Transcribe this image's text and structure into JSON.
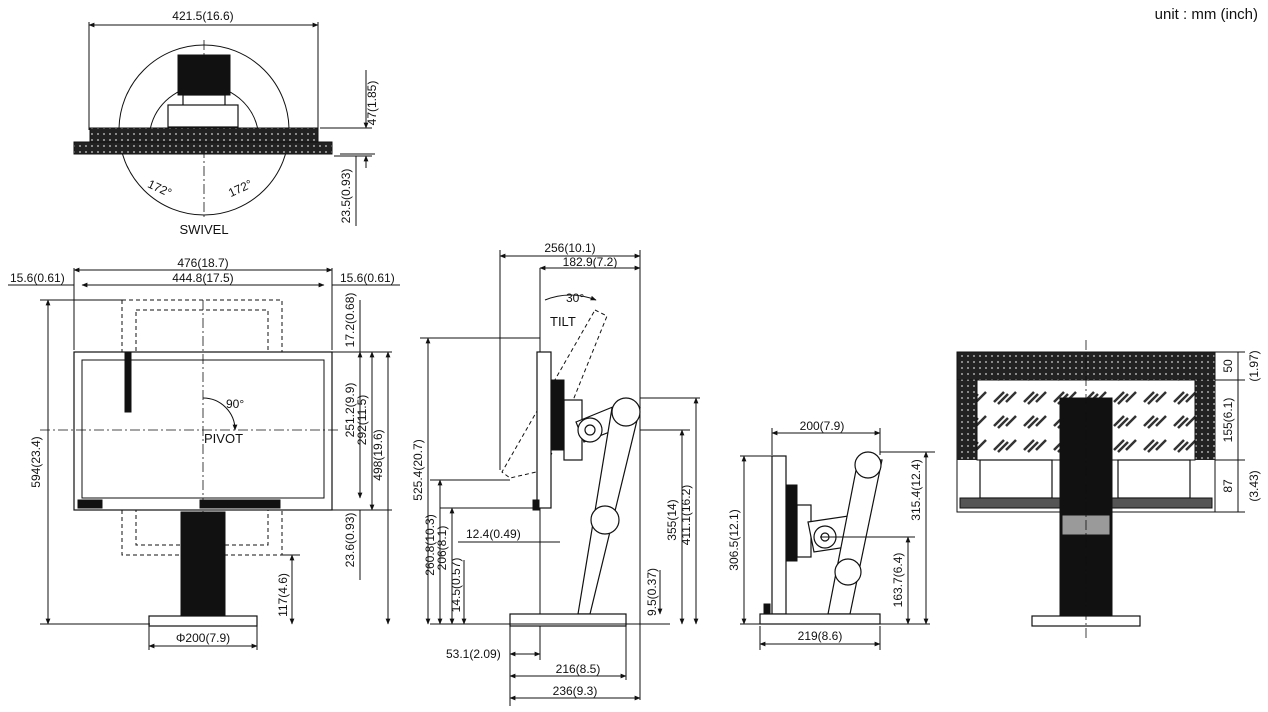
{
  "unit_label": "unit : mm (inch)",
  "labels": {
    "swivel": "SWIVEL",
    "tilt": "TILT",
    "pivot": "PIVOT"
  },
  "top_view": {
    "width": "421.5(16.6)",
    "depth": "47(1.85)",
    "offset": "23.5(0.93)",
    "swivel_left": "172°",
    "swivel_right": "172°"
  },
  "front_view": {
    "width": "476(18.7)",
    "screen_width": "444.8(17.5)",
    "bezel_left": "15.6(0.61)",
    "bezel_right": "15.6(0.61)",
    "top_bezel": "17.2(0.68)",
    "screen_half": "251.2(9.9)",
    "screen_height": "292(11.5)",
    "height_total": "498(19.6)",
    "max_height": "594(23.4)",
    "bottom_bezel": "23.6(0.93)",
    "base_clear": "117(4.6)",
    "base_dia": "Φ200(7.9)",
    "pivot_angle": "90°"
  },
  "side_view": {
    "depth_total": "256(10.1)",
    "depth_upper": "182.9(7.2)",
    "tilt_angle": "30°",
    "height_total": "525.4(20.7)",
    "h_260": "260.8(10.3)",
    "h_206": "206(8.1)",
    "h_14": "14.5(0.57)",
    "h_12": "12.4(0.49)",
    "h_355": "355(14)",
    "h_411": "411.1(16.2)",
    "h_95": "9.5(0.37)",
    "d_53": "53.1(2.09)",
    "d_216": "216(8.5)",
    "d_236": "236(9.3)"
  },
  "side_low_view": {
    "width": "200(7.9)",
    "height": "306.5(12.1)",
    "h_315": "315.4(12.4)",
    "h_163": "163.7(6.4)",
    "base": "219(8.6)"
  },
  "back_view": {
    "top": "50",
    "top_in": "(1.97)",
    "middle": "155(6.1)",
    "bottom": "87",
    "bottom_in": "(3.43)"
  }
}
